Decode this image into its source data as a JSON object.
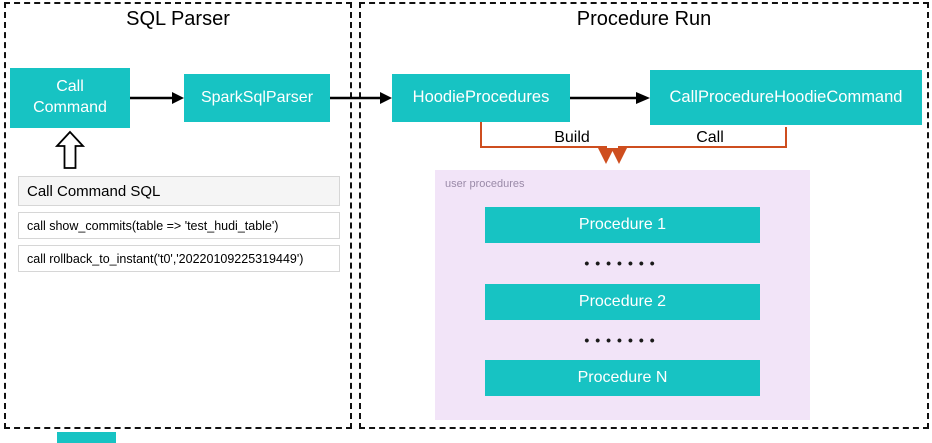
{
  "colors": {
    "teal": "#17C3C3",
    "lavender": "#F2E4F8",
    "orange": "#CE4E1F"
  },
  "sql_parser": {
    "title": "SQL Parser",
    "call_command_label": "Call\nCommand",
    "spark_sql_parser_label": "SparkSqlParser",
    "sql_panel": {
      "header": "Call Command SQL",
      "lines": [
        "call show_commits(table => 'test_hudi_table')",
        "call rollback_to_instant('t0','20220109225319449')"
      ]
    }
  },
  "procedure_run": {
    "title": "Procedure Run",
    "hoodie_procedures_label": "HoodieProcedures",
    "call_procedure_label": "CallProcedureHoodieCommand",
    "build_label": "Build",
    "call_label": "Call",
    "user_procedures": {
      "label": "user procedures",
      "procedure_1": "Procedure 1",
      "procedure_2": "Procedure 2",
      "procedure_n": "Procedure N",
      "dots": "•••••••"
    }
  }
}
